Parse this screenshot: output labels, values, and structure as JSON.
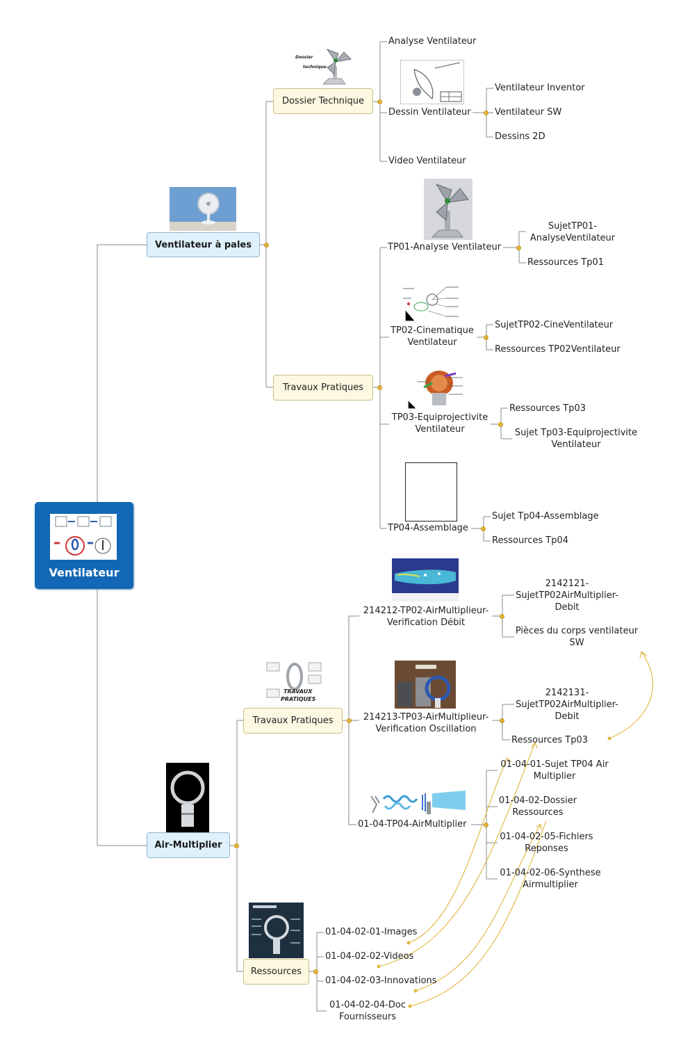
{
  "map": {
    "root": {
      "label": "Ventilateur"
    },
    "branches": {
      "pales": {
        "label": "Ventilateur à pales",
        "dossier": {
          "label": "Dossier Technique",
          "image_text": [
            "Dossier",
            "technique"
          ],
          "analyse": "Analyse Ventilateur",
          "dessin": "Dessin Ventilateur",
          "dessin_children": [
            "Ventilateur Inventor",
            "Ventilateur SW",
            "Dessins 2D"
          ],
          "video": "Video Ventilateur"
        },
        "tp": {
          "label": "Travaux Pratiques",
          "tp01": {
            "label": "TP01-Analyse Ventilateur",
            "sujet": [
              "SujetTP01-",
              "AnalyseVentilateur"
            ],
            "ressources": "Ressources Tp01"
          },
          "tp02": {
            "label": [
              "TP02-Cinematique",
              "Ventilateur"
            ],
            "sujet": "SujetTP02-CineVentilateur",
            "ressources": "Ressources TP02Ventilateur"
          },
          "tp03": {
            "label": [
              "TP03-Equiprojectivite",
              "Ventilateur"
            ],
            "ressources": "Ressources Tp03",
            "sujet": [
              "Sujet Tp03-Equiprojectivite",
              "Ventilateur"
            ]
          },
          "tp04": {
            "label": "TP04-Assemblage",
            "sujet": "Sujet Tp04-Assemblage",
            "ressources": "Ressources Tp04"
          }
        }
      },
      "air": {
        "label": "Air-Multiplier",
        "tp": {
          "label": "Travaux Pratiques",
          "image_text": [
            "TRAVAUX",
            "PRATIQUES"
          ],
          "t214212": {
            "label": [
              "214212-TP02-AirMultiplieur-",
              "Verification Débit"
            ],
            "sujet": [
              "2142121-",
              "SujetTP02AirMultiplier-",
              "Debit"
            ],
            "pieces": [
              "Pièces du corps ventilateur",
              "SW"
            ]
          },
          "t214213": {
            "label": [
              "214213-TP03-AirMultiplieur-",
              "Verification Oscillation"
            ],
            "sujet": [
              "2142131-",
              "SujetTP02AirMultiplier-",
              "Debit"
            ],
            "ressources": "Ressources Tp03"
          },
          "t0104": {
            "label": "01-04-TP04-AirMultiplier",
            "children": [
              [
                "01-04-01-Sujet TP04 Air",
                "Multiplier"
              ],
              [
                "01-04-02-Dossier",
                "Ressources"
              ],
              [
                "01-04-02-05-Fichiers",
                "Reponses"
              ],
              [
                "01-04-02-06-Synthese",
                "Airmultiplier"
              ]
            ]
          }
        },
        "ressources": {
          "label": "Ressources",
          "children": [
            "01-04-02-01-Images",
            "01-04-02-02-Videos",
            "01-04-02-03-Innovations",
            [
              "01-04-02-04-Doc",
              "Fournisseurs"
            ]
          ]
        }
      }
    },
    "colors": {
      "root_fill": "#1268b4",
      "level1_fill": "#dff1fb",
      "level2_fill": "#fdf8e2",
      "connector": "#8a8a8a",
      "relation": "#e1b53b",
      "knot": "#e1b53b"
    }
  }
}
